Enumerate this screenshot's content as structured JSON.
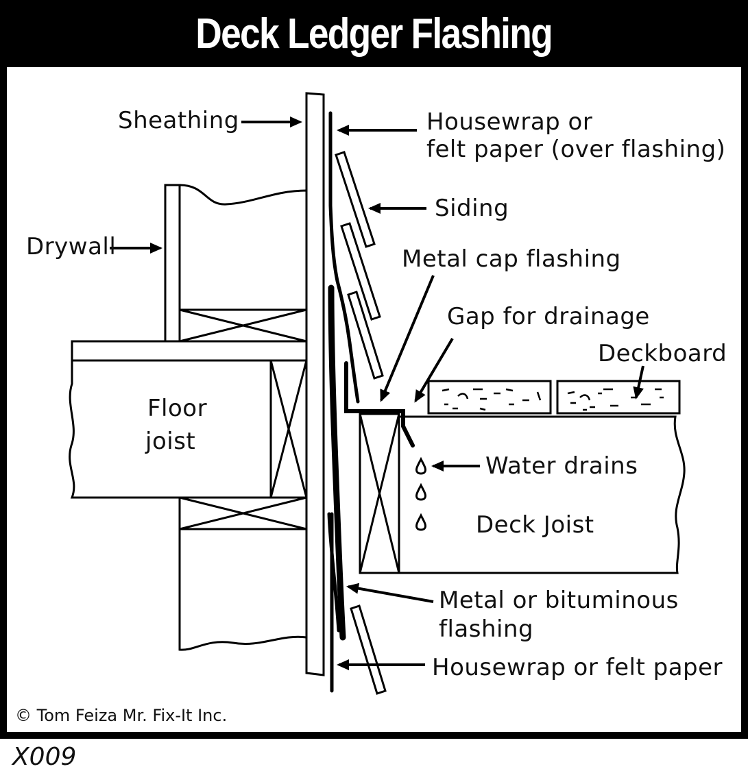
{
  "title": "Deck Ledger Flashing",
  "labels": {
    "sheathing": "Sheathing",
    "housewrap_top_1": "Housewrap or",
    "housewrap_top_2": "felt paper (over flashing)",
    "siding": "Siding",
    "drywall": "Drywall",
    "metal_cap": "Metal cap flashing",
    "gap": "Gap for drainage",
    "deckboard": "Deckboard",
    "floor_joist_1": "Floor",
    "floor_joist_2": "joist",
    "water_drains": "Water drains",
    "deck_joist": "Deck Joist",
    "metal_flashing_1": "Metal or bituminous",
    "metal_flashing_2": "flashing",
    "housewrap_bottom": "Housewrap or felt paper"
  },
  "copyright": "© Tom Feiza Mr. Fix-It Inc.",
  "code": "X009"
}
